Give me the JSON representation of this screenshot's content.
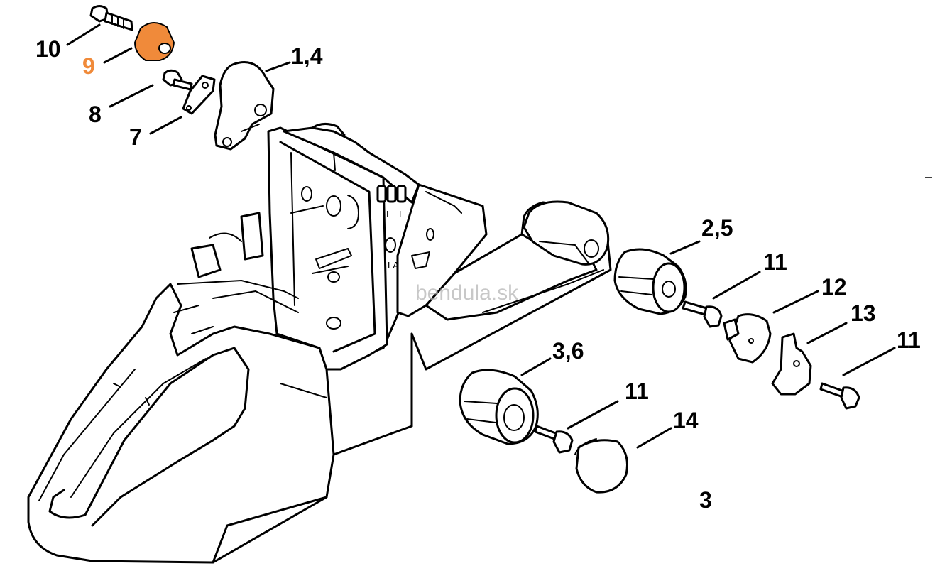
{
  "watermark": "bendula.sk",
  "highlight_color": "#f08a3a",
  "labels": {
    "p10": "10",
    "p9": "9",
    "p8": "8",
    "p7": "7",
    "p14a": "1,4",
    "p25": "2,5",
    "p11a": "11",
    "p12": "12",
    "p13": "13",
    "p11b": "11",
    "p36": "3,6",
    "p11c": "11",
    "p14": "14",
    "p3": "3"
  },
  "housing_marks": {
    "h": "H",
    "l": "L",
    "la": "LA"
  }
}
